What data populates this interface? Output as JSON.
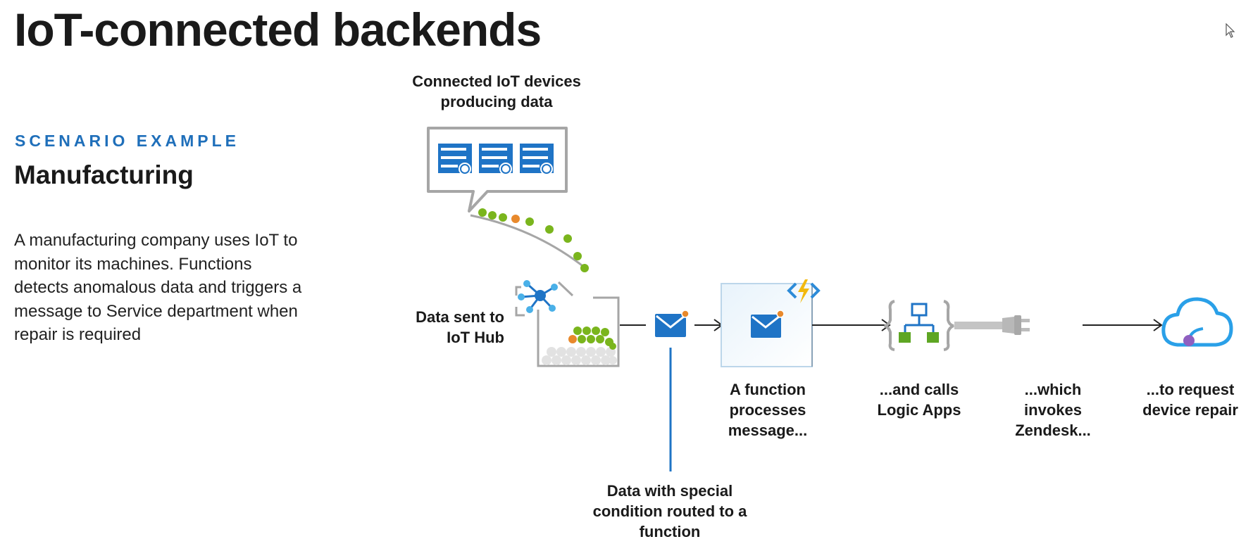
{
  "slide": {
    "title": "IoT-connected backends",
    "eyebrow": "SCENARIO EXAMPLE",
    "heading": "Manufacturing",
    "description": "A manufacturing company uses IoT to monitor its machines. Functions detects anomalous data and triggers a message to Service department when repair is required"
  },
  "diagram": {
    "label_devices": "Connected IoT devices producing data",
    "label_hub": "Data sent to IoT Hub",
    "label_routed": "Data with special condition routed to a function",
    "label_function": "A function processes message...",
    "label_logic": "...and calls Logic Apps",
    "label_zendesk": "...which invokes Zendesk...",
    "label_repair": "...to request device repair"
  },
  "colors": {
    "accent_blue": "#0078d4",
    "eyebrow_blue": "#1f6fba",
    "data_green": "#7ab51d",
    "data_orange": "#e8892c",
    "lightning": "#f2b90f",
    "frame_gray": "#a6a6a6",
    "logic_green": "#5ea623"
  },
  "icons": {
    "devices": "server-rack-icon",
    "hub": "iot-hub-icon",
    "message": "envelope-icon",
    "function": "azure-function-icon",
    "logic": "logic-apps-icon",
    "connector": "plug-icon",
    "cloud": "cloud-icon"
  }
}
